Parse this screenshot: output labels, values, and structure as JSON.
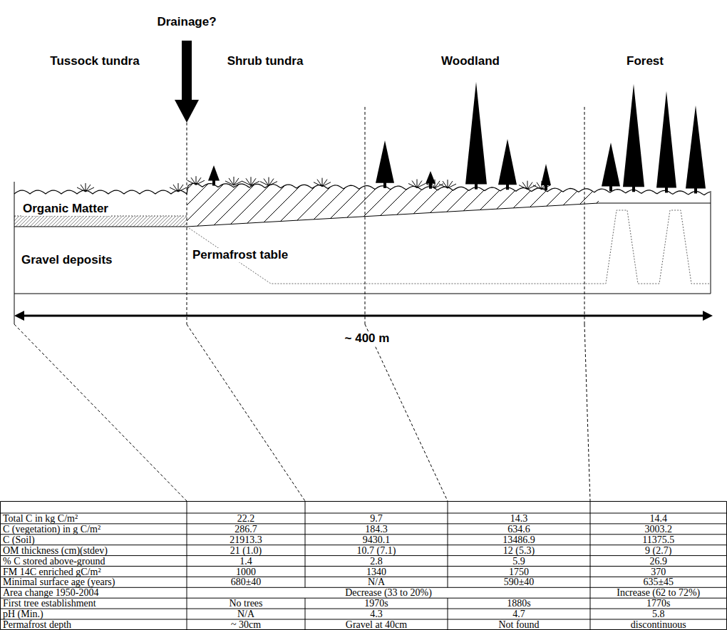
{
  "diagram": {
    "labels": [
      "Drainage?",
      "Tussock tundra",
      "Shrub tundra",
      "Woodland",
      "Forest",
      "Organic Matter",
      "Gravel deposits",
      "Permafrost table",
      "~ 400 m",
      "Total C in kg C/m²",
      "22.2",
      "9.7",
      "14.3",
      "14.4",
      "C (vegetation) in g C/m²",
      "286.7",
      "184.3",
      "634.6",
      "3003.2",
      "C (Soil)",
      "21913.3",
      "9430.1",
      "13486.9",
      "11375.5",
      "OM thickness (cm)(stdev)",
      "21 (1.0)",
      "10.7 (7.1)",
      "12 (5.3)",
      "9 (2.7)",
      "% C stored above-ground",
      "1.4",
      "2.8",
      "5.9",
      "26.9",
      "FM 14C enriched gC/m²",
      "1000",
      "1340",
      "1750",
      "370",
      "Minimal surface age (years)",
      "680±40",
      "N/A",
      "590±40",
      "635±45",
      "Area change 1950-2004",
      "Decrease (33 to 20%)",
      "Increase (62 to 72%)",
      "First tree establishment",
      "No trees",
      "1970s",
      "1880s",
      "1770s",
      "pH (Min.)",
      "N/A",
      "4.3",
      "4.7",
      "5.8",
      "Permafrost depth",
      "~ 30cm",
      "Gravel at 40cm",
      "Not found",
      "discontinuous"
    ]
  }
}
